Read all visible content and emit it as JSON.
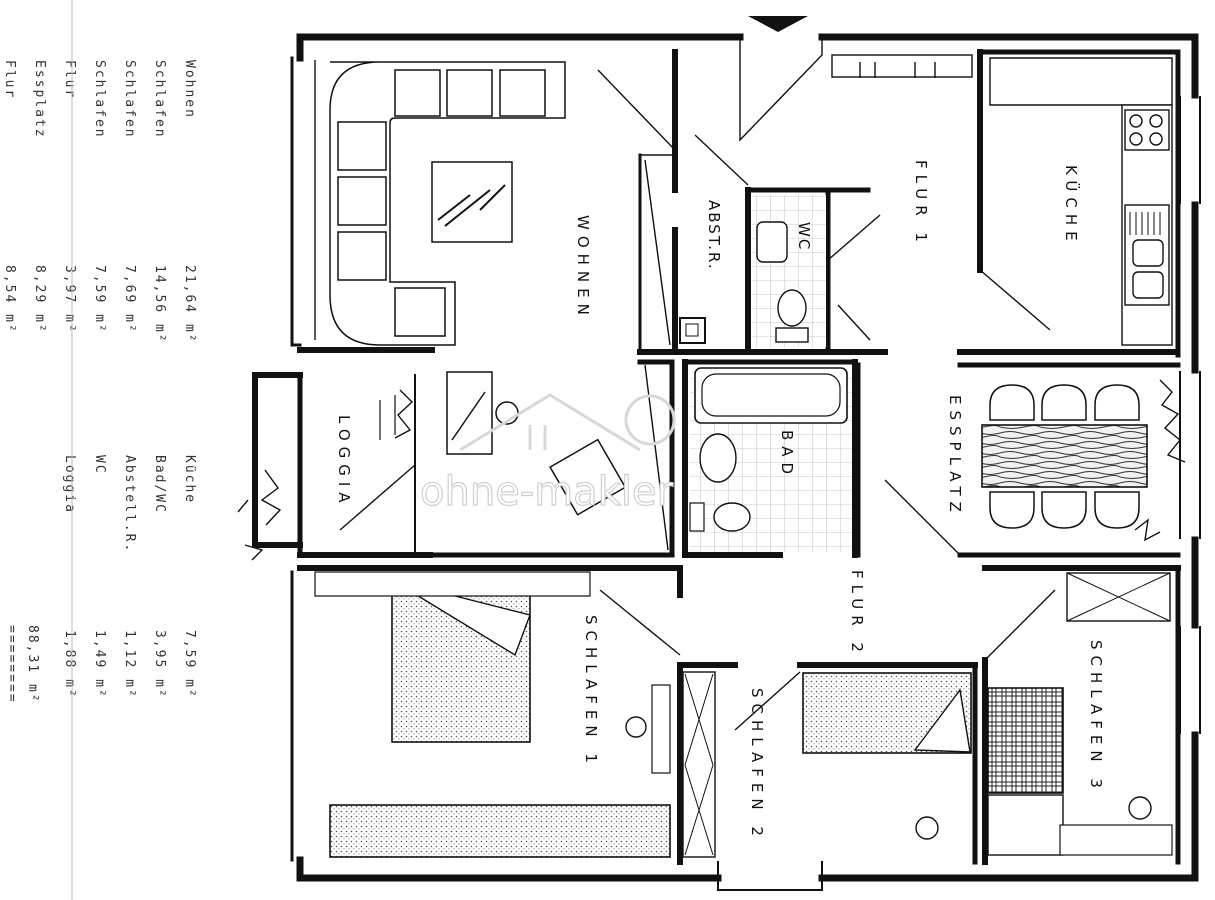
{
  "area_list": {
    "left_column": [
      {
        "room": "Wohnen",
        "area": "21,64 m²"
      },
      {
        "room": "Schlafen",
        "area": "14,56 m²"
      },
      {
        "room": "Schlafen",
        "area": "7,69 m²"
      },
      {
        "room": "Schlafen",
        "area": "7,59 m²"
      },
      {
        "room": "Flur",
        "area": "3,97 m²"
      },
      {
        "room": "Essplatz",
        "area": "8,29 m²"
      },
      {
        "room": "Flur",
        "area": "8,54 m²"
      }
    ],
    "right_column": [
      {
        "room": "Küche",
        "area": "7,59 m²"
      },
      {
        "room": "Bad/WC",
        "area": "3,95 m²"
      },
      {
        "room": "Abstell.R.",
        "area": "1,12 m²"
      },
      {
        "room": "WC",
        "area": "1,49 m²"
      },
      {
        "room": "Loggia",
        "area": "1,88 m²"
      }
    ],
    "total": "88,31 m²",
    "total_underline": "========"
  },
  "rooms": {
    "wohnen": "WOHNEN",
    "abstr": "ABST.R.",
    "wc": "WC",
    "flur1": "FLUR 1",
    "kueche": "KÜCHE",
    "loggia": "LOGGIA",
    "bad": "BAD",
    "essplatz": "ESSPLATZ",
    "flur2": "FLUR 2",
    "schlafen1": "SCHLAFEN 1",
    "schlafen2": "SCHLAFEN 2",
    "schlafen3": "SCHLAFEN 3"
  },
  "watermark": "ohne-makler"
}
